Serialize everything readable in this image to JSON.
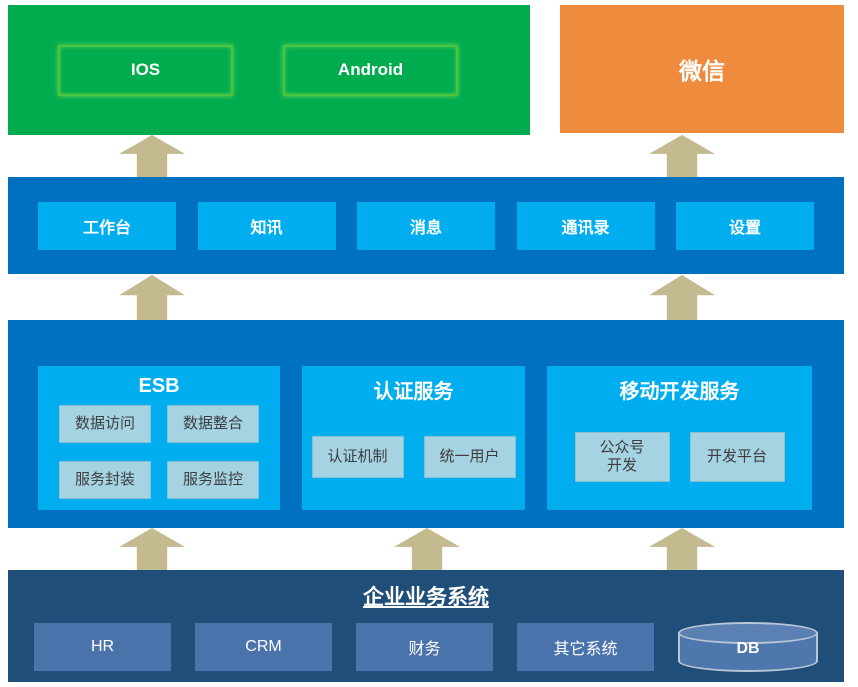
{
  "diagram": {
    "apps_layer": {
      "ios_label": "IOS",
      "android_label": "Android",
      "wechat_label": "微信"
    },
    "portal_layer": {
      "items": [
        {
          "label": "工作台"
        },
        {
          "label": "知讯"
        },
        {
          "label": "消息"
        },
        {
          "label": "通讯录"
        },
        {
          "label": "设置"
        }
      ]
    },
    "service_layer": {
      "panels": [
        {
          "title": "ESB",
          "items": [
            "数据访问",
            "数据整合",
            "服务封装",
            "服务监控"
          ]
        },
        {
          "title": "认证服务",
          "items": [
            "认证机制",
            "统一用户"
          ]
        },
        {
          "title": "移动开发服务",
          "items": [
            "公众号\n开发",
            "开发平台"
          ]
        }
      ]
    },
    "enterprise_layer": {
      "title": "企业业务系统",
      "systems": [
        "HR",
        "CRM",
        "财务",
        "其它系统"
      ],
      "db_label": "DB"
    },
    "colors": {
      "app_green": "#00AC4E",
      "app_green_border": "#4CC53E",
      "wechat_orange": "#EE8B3C",
      "band_blue": "#0070C0",
      "tile_blue": "#00AEEF",
      "pale_blue": "#A5D3E2",
      "enterprise_navy": "#1F4E79",
      "system_blue": "#4A73AC",
      "arrow_tan": "#C3BA8F"
    }
  }
}
